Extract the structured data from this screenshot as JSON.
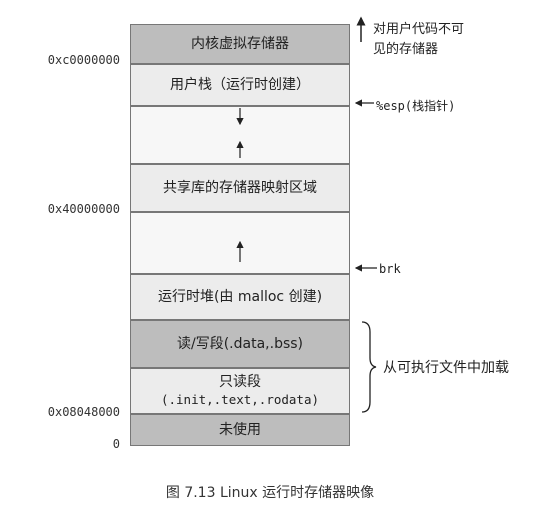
{
  "segments": {
    "kernel": "内核虚拟存储器",
    "user_stack": "用户栈（运行时创建）",
    "shared_lib": "共享库的存储器映射区域",
    "heap": "运行时堆(由 malloc 创建)",
    "rw_segment": "读/写段(.data,.bss)",
    "ro_segment_line1": "只读段",
    "ro_segment_line2": "(.init,.text,.rodata)",
    "unused": "未使用"
  },
  "addresses": {
    "kernel_base": "0xc0000000",
    "shared_base": "0x40000000",
    "text_base": "0x08048000",
    "zero": "0"
  },
  "annotations": {
    "kernel_note_line1": "对用户代码不可",
    "kernel_note_line2": "见的存储器",
    "esp": "%esp(栈指针)",
    "brk": "brk",
    "load_from_file": "从可执行文件中加载"
  },
  "caption": "图 7.13   Linux 运行时存储器映像"
}
